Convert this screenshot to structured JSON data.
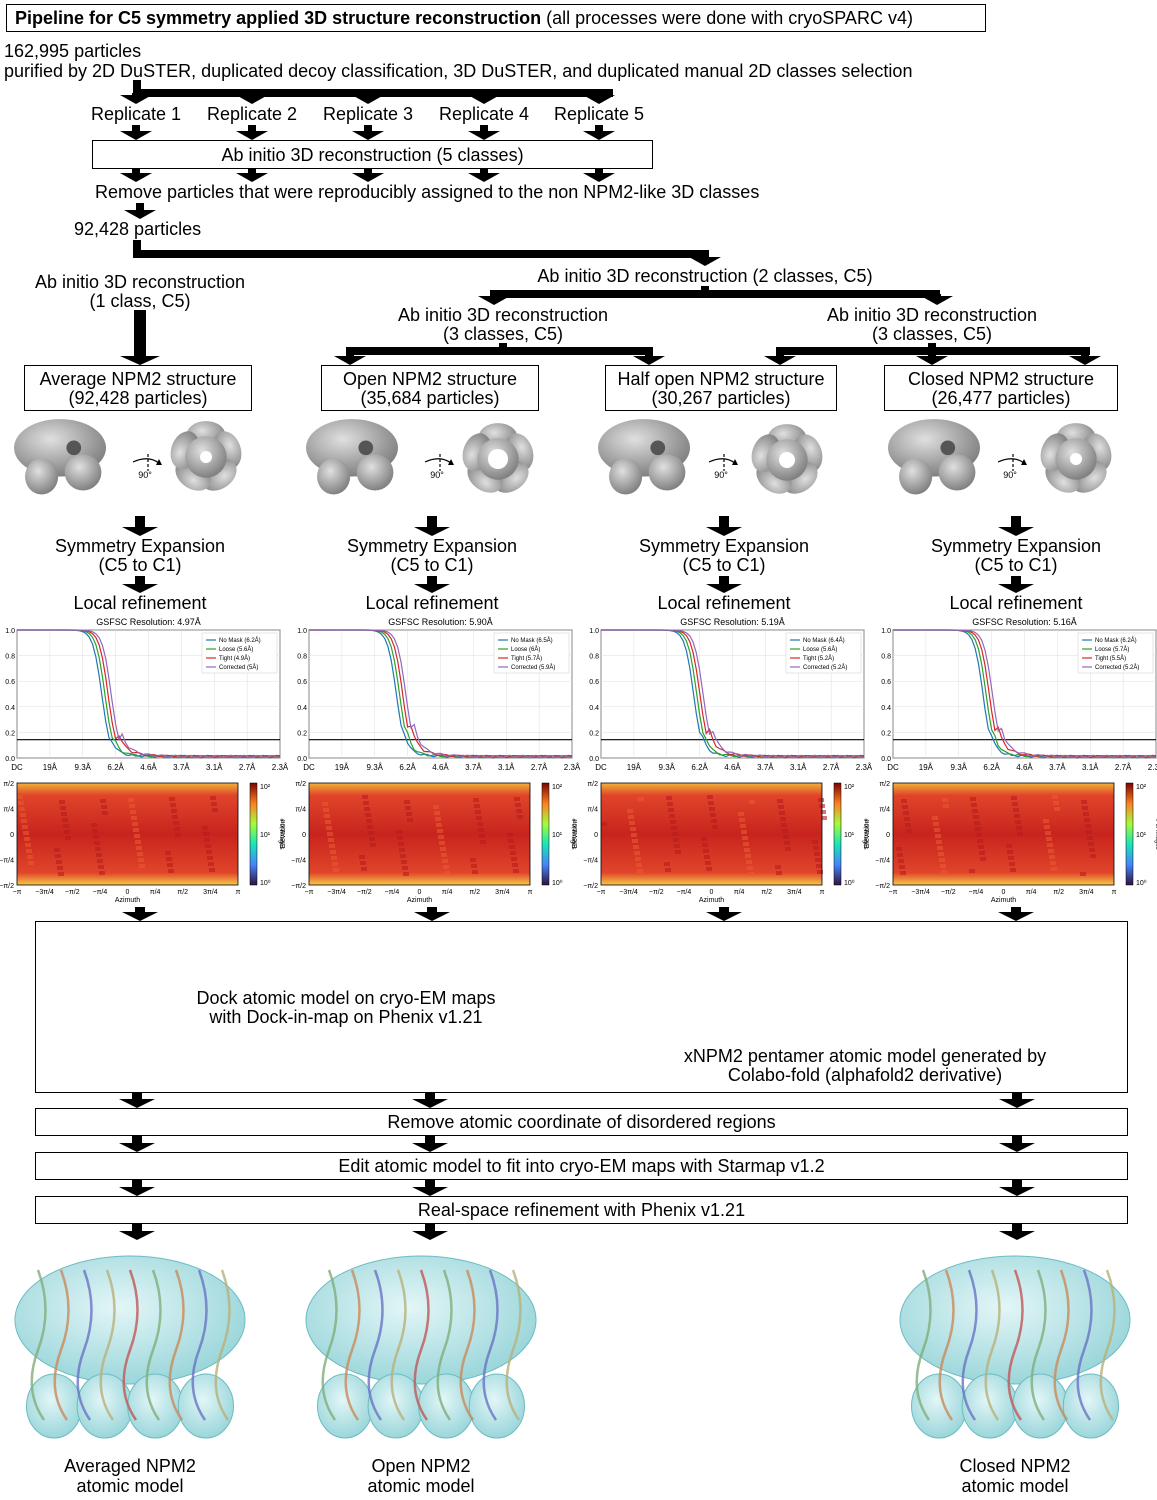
{
  "title": {
    "bold": "Pipeline for C5 symmetry applied 3D structure reconstruction",
    "rest": " (all processes were done with cryoSPARC v4)"
  },
  "start": {
    "count": "162,995 particles",
    "desc": "purified by 2D DuSTER, duplicated decoy classification, 3D DuSTER, and duplicated  manual 2D classes selection"
  },
  "replicates": [
    "Replicate 1",
    "Replicate 2",
    "Replicate 3",
    "Replicate 4",
    "Replicate 5"
  ],
  "abinitio5": "Ab initio 3D reconstruction (5 classes)",
  "remove_text": "Remove particles that were reproducibly assigned to the non NPM2-like 3D classes",
  "particles2": "92,428 particles",
  "branch_single": [
    "Ab initio 3D reconstruction",
    "(1 class, C5)"
  ],
  "branch_two": "Ab initio 3D reconstruction (2 classes, C5)",
  "branch_three_left": [
    "Ab initio 3D reconstruction",
    "(3 classes, C5)"
  ],
  "branch_three_right": [
    "Ab initio 3D reconstruction",
    "(3 classes, C5)"
  ],
  "structures": [
    {
      "name": "Average NPM2 structure",
      "count": "(92,428 particles)",
      "res": "GSFSC Resolution: 4.97Å",
      "legend": [
        "No Mask (6.2Å)",
        "Loose (5.6Å)",
        "Tight (4.9Å)",
        "Corrected (5Å)"
      ]
    },
    {
      "name": "Open NPM2 structure",
      "count": "(35,684 particles)",
      "res": "GSFSC Resolution: 5.90Å",
      "legend": [
        "No Mask (6.5Å)",
        "Loose (6Å)",
        "Tight (5.7Å)",
        "Corrected (5.9Å)"
      ]
    },
    {
      "name": "Half open NPM2 structure",
      "count": "(30,267 particles)",
      "res": "GSFSC Resolution: 5.19Å",
      "legend": [
        "No Mask (6.4Å)",
        "Loose (5.6Å)",
        "Tight (5.2Å)",
        "Corrected (5.2Å)"
      ]
    },
    {
      "name": "Closed NPM2 structure",
      "count": "(26,477 particles)",
      "res": "GSFSC Resolution: 5.16Å",
      "legend": [
        "No Mask (6.2Å)",
        "Loose (5.7Å)",
        "Tight (5.5Å)",
        "Corrected (5.2Å)"
      ]
    }
  ],
  "rotation_label": "90°",
  "sym_exp": [
    "Symmetry Expansion",
    "(C5 to C1)"
  ],
  "local_ref": "Local refinement",
  "fsc_axes": {
    "y_ticks": [
      "1.0",
      "0.8",
      "0.6",
      "0.4",
      "0.2",
      "0.0"
    ],
    "x_ticks": [
      "DC",
      "19Å",
      "9.3Å",
      "6.2Å",
      "4.6Å",
      "3.7Å",
      "3.1Å",
      "2.7Å",
      "2.3Å"
    ]
  },
  "heatmap_axes": {
    "y_ticks": [
      "π/2",
      "π/4",
      "0",
      "−π/4",
      "−π/2"
    ],
    "x_ticks": [
      "−π",
      "−3π/4",
      "−π/2",
      "−π/4",
      "0",
      "π/4",
      "π/2",
      "3π/4",
      "π"
    ],
    "ylabel": "Elevation",
    "xlabel": "Azimuth",
    "cbar_label": "# of images",
    "cbar_ticks": [
      "10²",
      "10¹",
      "10⁰"
    ]
  },
  "dock": {
    "text": [
      "Dock atomic model on cryo-EM maps",
      "with Dock-in-map on Phenix v1.21"
    ],
    "model_text": [
      "xNPM2 pentamer atomic model generated by",
      "Colabo-fold (alphafold2 derivative)"
    ]
  },
  "steps": [
    "Remove atomic coordinate of disordered regions",
    "Edit atomic model to fit into cryo-EM maps with Starmap v1.2",
    "Real-space refinement with Phenix v1.21"
  ],
  "final_models": [
    [
      "Averaged NPM2",
      "atomic model"
    ],
    [
      "Open NPM2",
      "atomic model"
    ],
    [
      "Closed NPM2",
      "atomic model"
    ]
  ],
  "colors": {
    "no_mask": "#1f77b4",
    "loose": "#2ca02c",
    "tight": "#d62728",
    "corrected": "#9467bd",
    "map_grey": "#9a9a9a",
    "surface": "#a8dde0"
  }
}
